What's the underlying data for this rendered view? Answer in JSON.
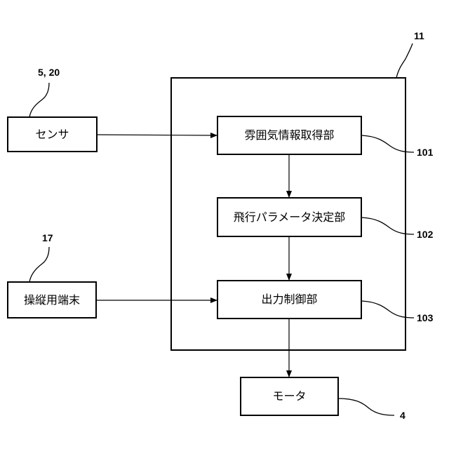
{
  "controller": {
    "ref": "11"
  },
  "sensor": {
    "label": "センサ",
    "ref": "5, 20"
  },
  "terminal": {
    "label": "操縦用端末",
    "ref": "17"
  },
  "atmosphere_unit": {
    "label": "雰囲気情報取得部",
    "ref": "101"
  },
  "param_unit": {
    "label": "飛行パラメータ決定部",
    "ref": "102"
  },
  "output_unit": {
    "label": "出力制御部",
    "ref": "103"
  },
  "motor": {
    "label": "モータ",
    "ref": "4"
  }
}
